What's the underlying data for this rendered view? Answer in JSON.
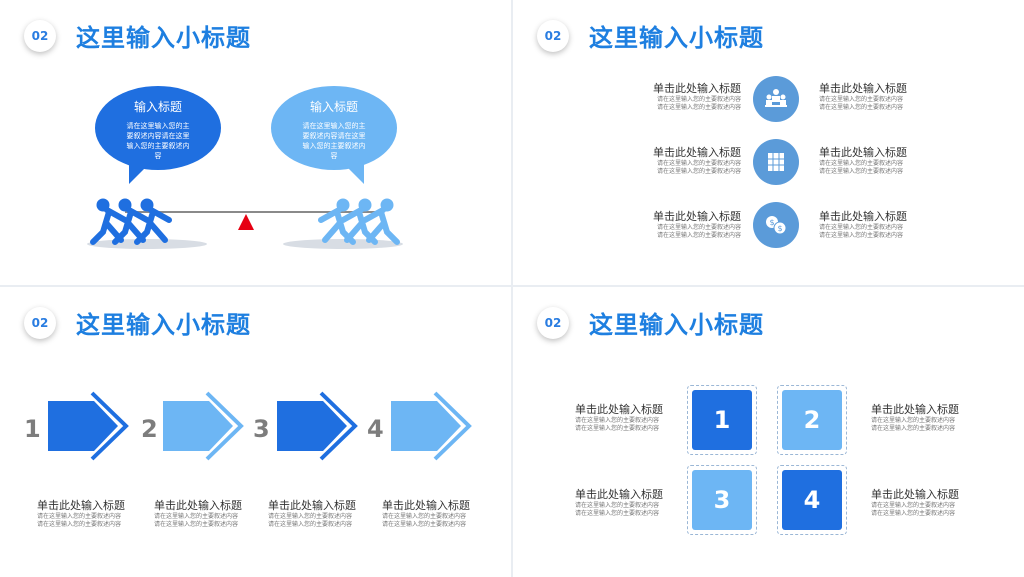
{
  "colors": {
    "dark_blue": "#1f6fe0",
    "light_blue": "#6db6f4",
    "title_blue": "#1e7fe0",
    "accent_red": "#e60012"
  },
  "slides": [
    {
      "badge": "02",
      "title": "这里输入小标题",
      "bubbles": [
        {
          "heading": "输入标题",
          "body": "请在这里输入您的主要叙述内容请在这里输入您的主要叙述内容"
        },
        {
          "heading": "输入标题",
          "body": "请在这里输入您的主要叙述内容请在这里输入您的主要叙述内容"
        }
      ]
    },
    {
      "badge": "02",
      "title": "这里输入小标题",
      "rows": [
        {
          "icon": "people-icon",
          "left": {
            "heading": "单击此处输入标题",
            "line1": "请在这里输入您的主要叙述内容",
            "line2": "请在这里输入您的主要叙述内容"
          },
          "right": {
            "heading": "单击此处输入标题",
            "line1": "请在这里输入您的主要叙述内容",
            "line2": "请在这里输入您的主要叙述内容"
          }
        },
        {
          "icon": "cabinet-icon",
          "left": {
            "heading": "单击此处输入标题",
            "line1": "请在这里输入您的主要叙述内容",
            "line2": "请在这里输入您的主要叙述内容"
          },
          "right": {
            "heading": "单击此处输入标题",
            "line1": "请在这里输入您的主要叙述内容",
            "line2": "请在这里输入您的主要叙述内容"
          }
        },
        {
          "icon": "money-icon",
          "left": {
            "heading": "单击此处输入标题",
            "line1": "请在这里输入您的主要叙述内容",
            "line2": "请在这里输入您的主要叙述内容"
          },
          "right": {
            "heading": "单击此处输入标题",
            "line1": "请在这里输入您的主要叙述内容",
            "line2": "请在这里输入您的主要叙述内容"
          }
        }
      ]
    },
    {
      "badge": "02",
      "title": "这里输入小标题",
      "steps": [
        {
          "number": "1",
          "heading": "单击此处输入标题",
          "line1": "请在这里输入您的主要叙述内容",
          "line2": "请在这里输入您的主要叙述内容"
        },
        {
          "number": "2",
          "heading": "单击此处输入标题",
          "line1": "请在这里输入您的主要叙述内容",
          "line2": "请在这里输入您的主要叙述内容"
        },
        {
          "number": "3",
          "heading": "单击此处输入标题",
          "line1": "请在这里输入您的主要叙述内容",
          "line2": "请在这里输入您的主要叙述内容"
        },
        {
          "number": "4",
          "heading": "单击此处输入标题",
          "line1": "请在这里输入您的主要叙述内容",
          "line2": "请在这里输入您的主要叙述内容"
        }
      ]
    },
    {
      "badge": "02",
      "title": "这里输入小标题",
      "squares": [
        "1",
        "2",
        "3",
        "4"
      ],
      "texts": [
        {
          "heading": "单击此处输入标题",
          "line1": "请在这里输入您的主要叙述内容",
          "line2": "请在这里输入您的主要叙述内容"
        },
        {
          "heading": "单击此处输入标题",
          "line1": "请在这里输入您的主要叙述内容",
          "line2": "请在这里输入您的主要叙述内容"
        },
        {
          "heading": "单击此处输入标题",
          "line1": "请在这里输入您的主要叙述内容",
          "line2": "请在这里输入您的主要叙述内容"
        },
        {
          "heading": "单击此处输入标题",
          "line1": "请在这里输入您的主要叙述内容",
          "line2": "请在这里输入您的主要叙述内容"
        }
      ]
    }
  ]
}
